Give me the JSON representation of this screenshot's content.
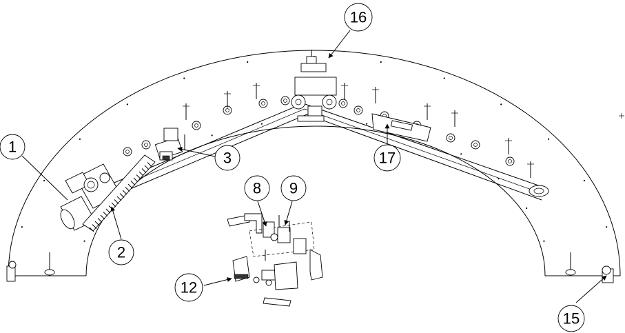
{
  "diagram": {
    "callouts": [
      {
        "id": "c1",
        "label": "1"
      },
      {
        "id": "c2",
        "label": "2"
      },
      {
        "id": "c3",
        "label": "3"
      },
      {
        "id": "c8",
        "label": "8"
      },
      {
        "id": "c9",
        "label": "9"
      },
      {
        "id": "c12",
        "label": "12"
      },
      {
        "id": "c15",
        "label": "15"
      },
      {
        "id": "c16",
        "label": "16"
      },
      {
        "id": "c17",
        "label": "17"
      }
    ]
  }
}
